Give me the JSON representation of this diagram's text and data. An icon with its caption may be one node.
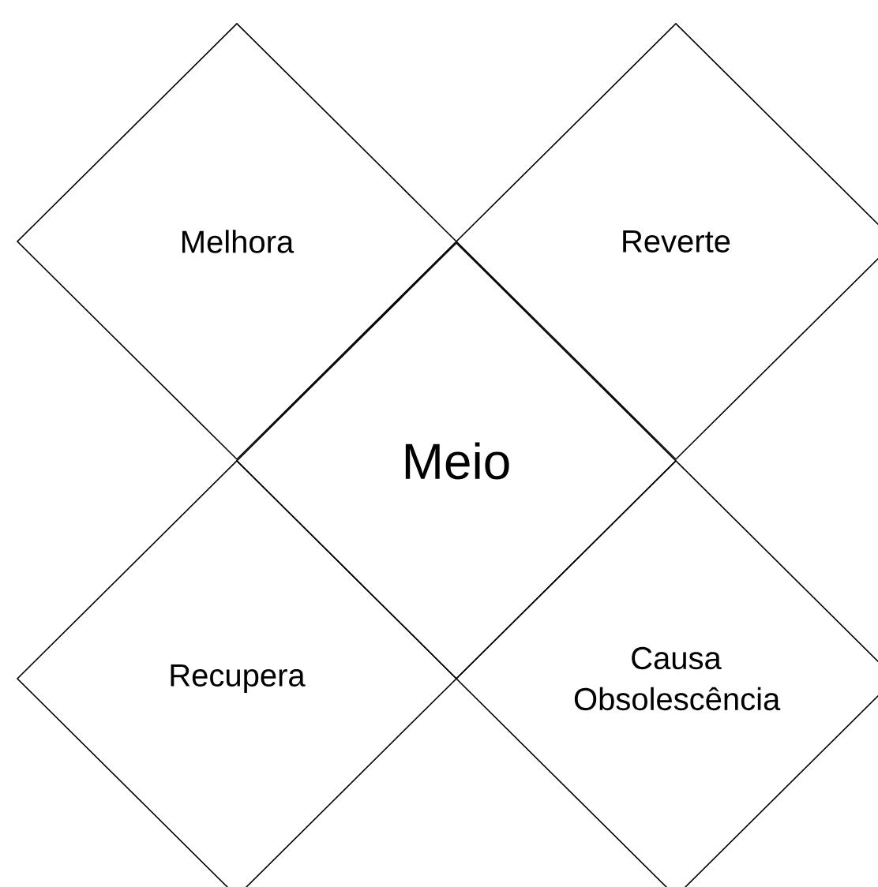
{
  "diagram": {
    "nodes": [
      {
        "text": [
          "Melhora"
        ]
      },
      {
        "text": [
          "Reverte"
        ]
      },
      {
        "text": [
          "Meio"
        ]
      },
      {
        "text": [
          "Recupera"
        ]
      },
      {
        "text": [
          "Causa Obsolescência"
        ]
      }
    ]
  }
}
